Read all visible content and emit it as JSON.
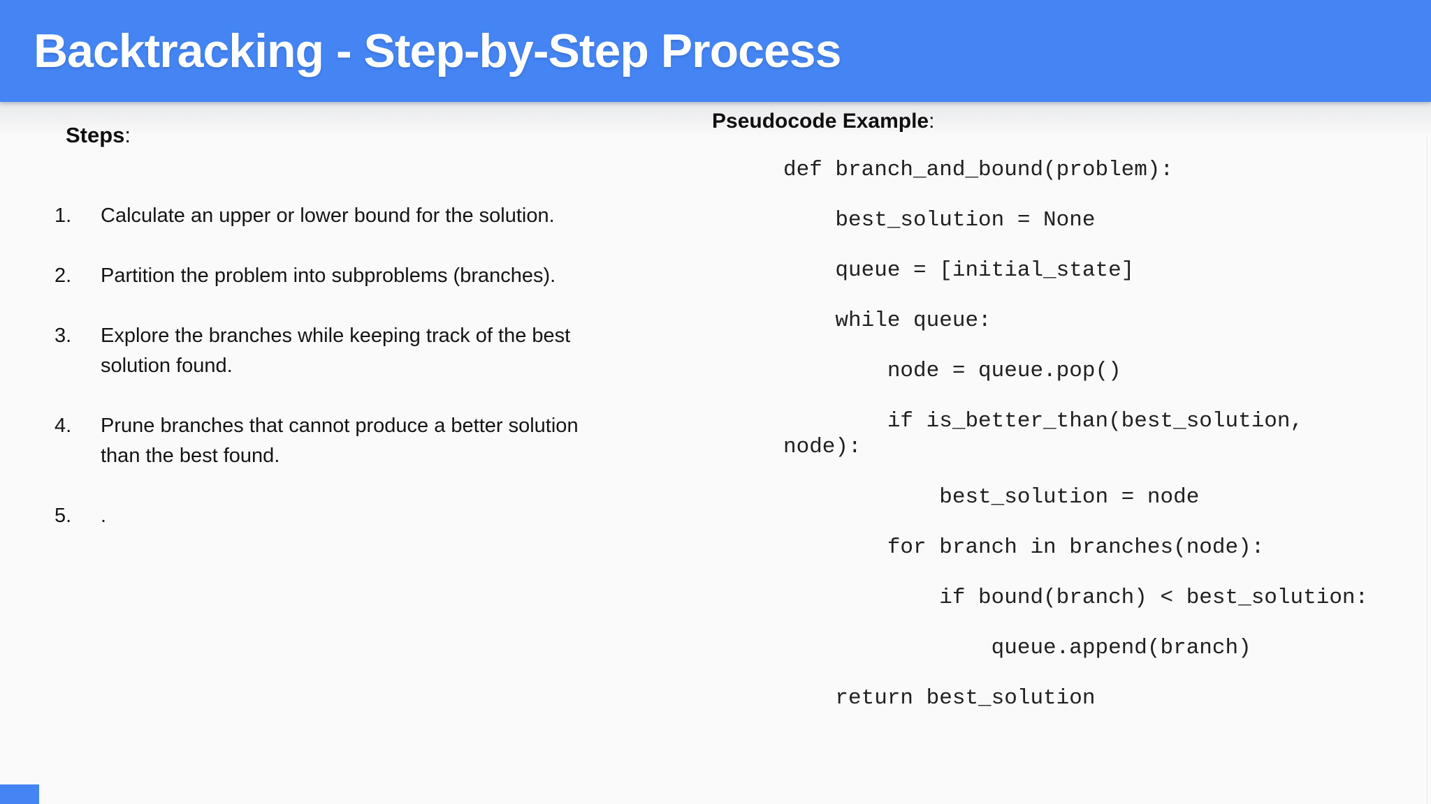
{
  "header": {
    "title": "Backtracking - Step-by-Step Process"
  },
  "colors": {
    "header_bg": "#4484f3",
    "background": "#fafafa",
    "accent": "#4484f3"
  },
  "steps": {
    "label": "Steps",
    "colon": ":",
    "items": [
      {
        "num": "1.",
        "text": "Calculate an upper or lower bound for the solution."
      },
      {
        "num": "2.",
        "text": "Partition the problem into subproblems (branches)."
      },
      {
        "num": "3.",
        "text": "Explore the branches while keeping track of the best solution found."
      },
      {
        "num": "4.",
        "text": "Prune branches that cannot produce a better solution than the best found."
      },
      {
        "num": "5.",
        "text": "."
      }
    ]
  },
  "pseudocode": {
    "label": "Pseudocode Example",
    "colon": ":",
    "lines": [
      "def branch_and_bound(problem):",
      "    best_solution = None",
      "    queue = [initial_state]",
      "    while queue:",
      "        node = queue.pop()",
      "        if is_better_than(best_solution,\nnode):",
      "            best_solution = node",
      "        for branch in branches(node):",
      "            if bound(branch) < best_solution:",
      "                queue.append(branch)",
      "    return best_solution"
    ]
  }
}
